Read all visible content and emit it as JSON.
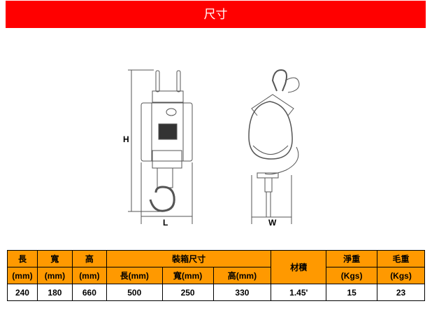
{
  "header": {
    "title": "尺寸"
  },
  "diagram": {
    "labels": {
      "height": "H",
      "length": "L",
      "width": "W"
    }
  },
  "table": {
    "headers": {
      "length": "長",
      "width": "寬",
      "height": "高",
      "unit_mm": "(mm)",
      "packing": "裝箱尺寸",
      "pack_length": "長(mm)",
      "pack_width": "寬(mm)",
      "pack_height": "高(mm)",
      "volume": "材積",
      "net_weight": "淨重",
      "gross_weight": "毛重",
      "unit_kgs": "(Kgs)"
    },
    "row": {
      "length": "240",
      "width": "180",
      "height": "660",
      "pack_length": "500",
      "pack_width": "250",
      "pack_height": "330",
      "volume": "1.45'",
      "net_weight": "15",
      "gross_weight": "23"
    }
  }
}
